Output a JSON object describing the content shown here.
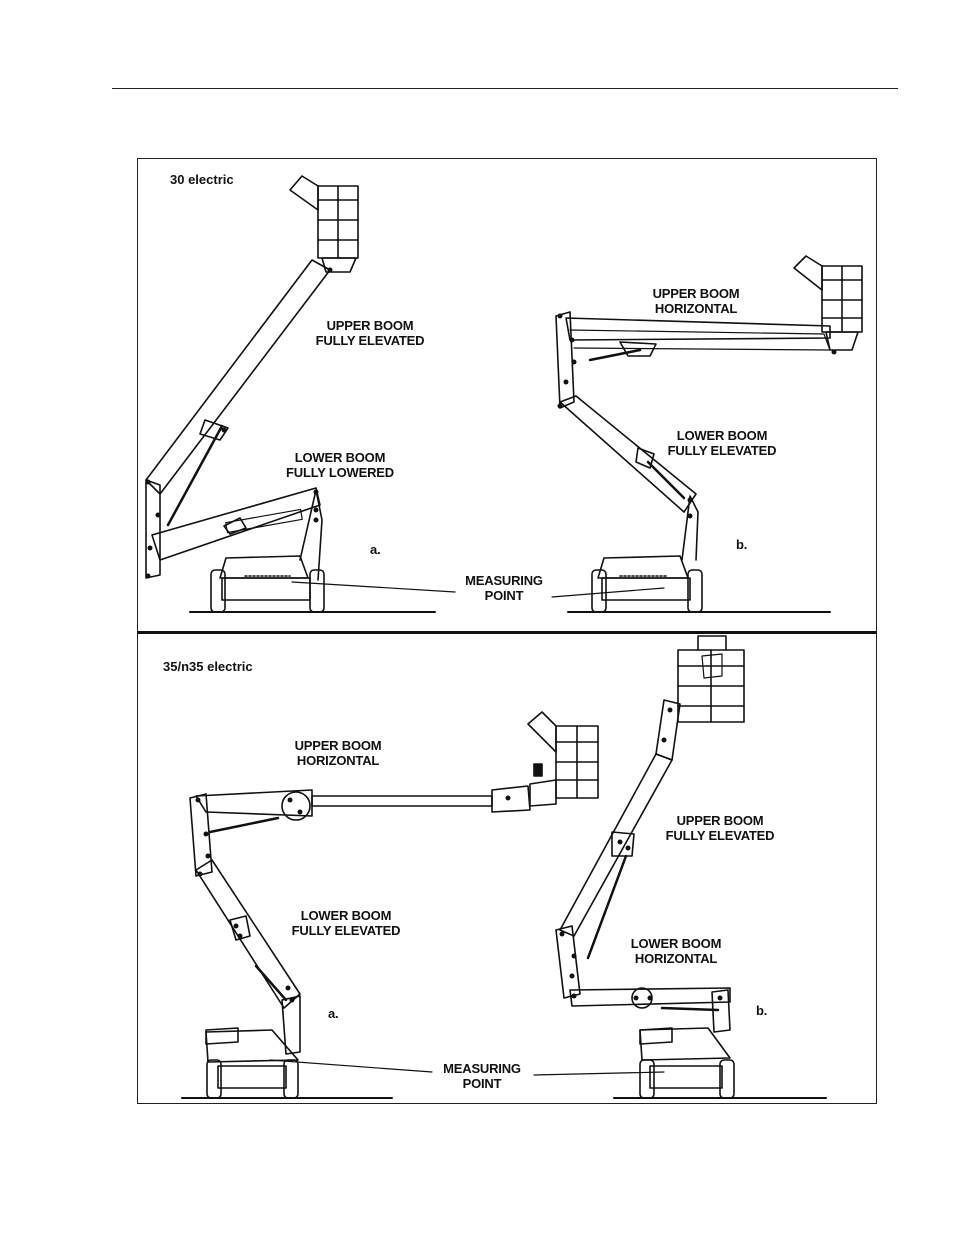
{
  "panels": [
    {
      "title": "30 electric",
      "views": [
        {
          "letter": "a.",
          "upper": "UPPER BOOM\nFULLY ELEVATED",
          "lower": "LOWER BOOM\nFULLY LOWERED"
        },
        {
          "letter": "b.",
          "upper": "UPPER BOOM\nHORIZONTAL",
          "lower": "LOWER BOOM\nFULLY ELEVATED"
        }
      ],
      "measuring": "MEASURING\nPOINT"
    },
    {
      "title": "35/n35 electric",
      "views": [
        {
          "letter": "a.",
          "upper": "UPPER BOOM\nHORIZONTAL",
          "lower": "LOWER BOOM\nFULLY ELEVATED"
        },
        {
          "letter": "b.",
          "upper": "UPPER BOOM\nFULLY ELEVATED",
          "lower": "LOWER BOOM\nHORIZONTAL"
        }
      ],
      "measuring": "MEASURING\nPOINT"
    }
  ]
}
